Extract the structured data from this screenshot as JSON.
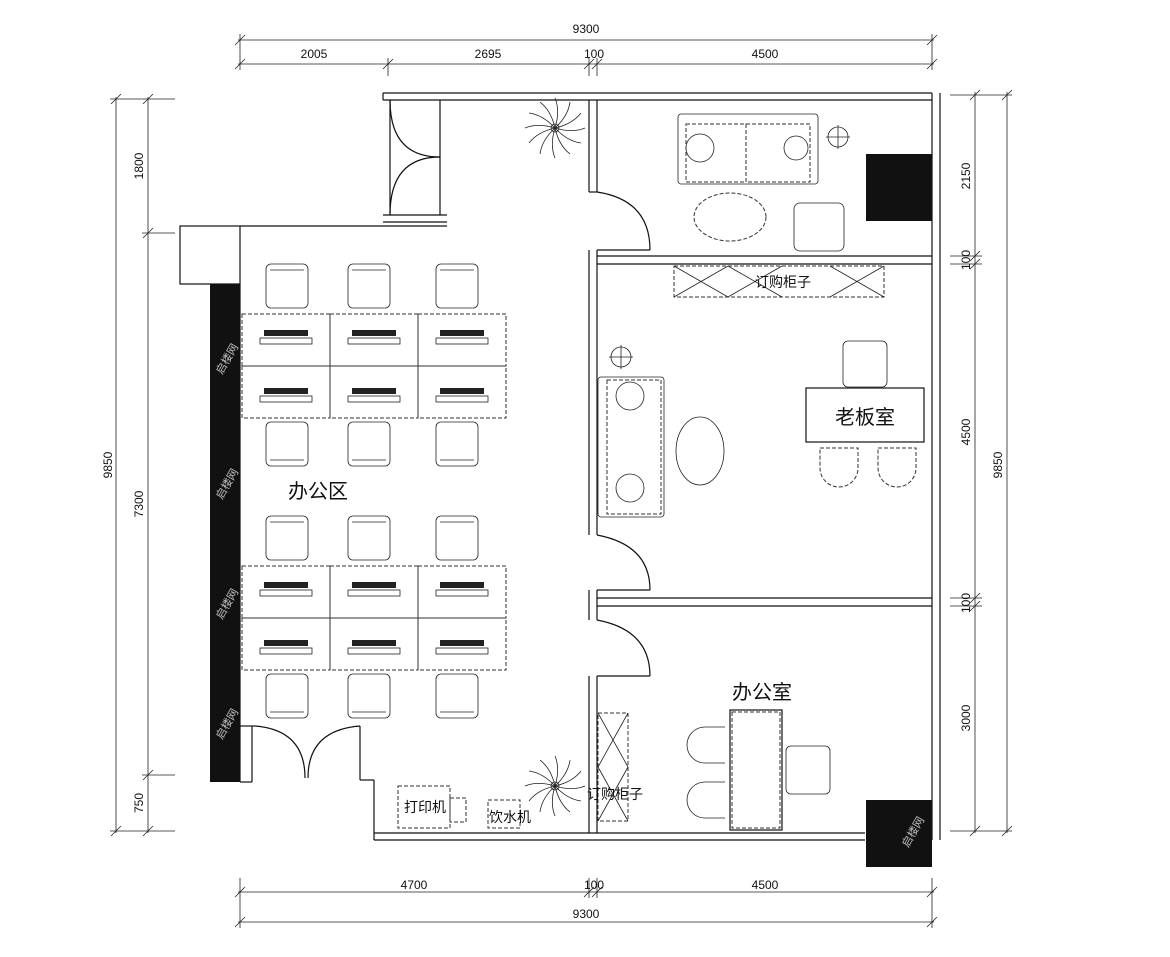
{
  "dimensions": {
    "top_total": "9300",
    "top_segments": [
      "2005",
      "2695",
      "100",
      "4500"
    ],
    "bottom_segments": [
      "4700",
      "100",
      "4500"
    ],
    "bottom_total": "9300",
    "left_total": "9850",
    "left_segments": [
      "1800",
      "7300",
      "750"
    ],
    "right_total": "9850",
    "right_segments": [
      "2150",
      "100",
      "4500",
      "100",
      "3000"
    ]
  },
  "rooms": {
    "office_area": "办公区",
    "boss_room": "老板室",
    "office_room": "办公室"
  },
  "fixtures": {
    "cabinet_top": "订购柜子",
    "cabinet_bottom": "订购柜子",
    "printer": "打印机",
    "water_dispenser": "饮水机"
  },
  "watermark": "启楼网"
}
